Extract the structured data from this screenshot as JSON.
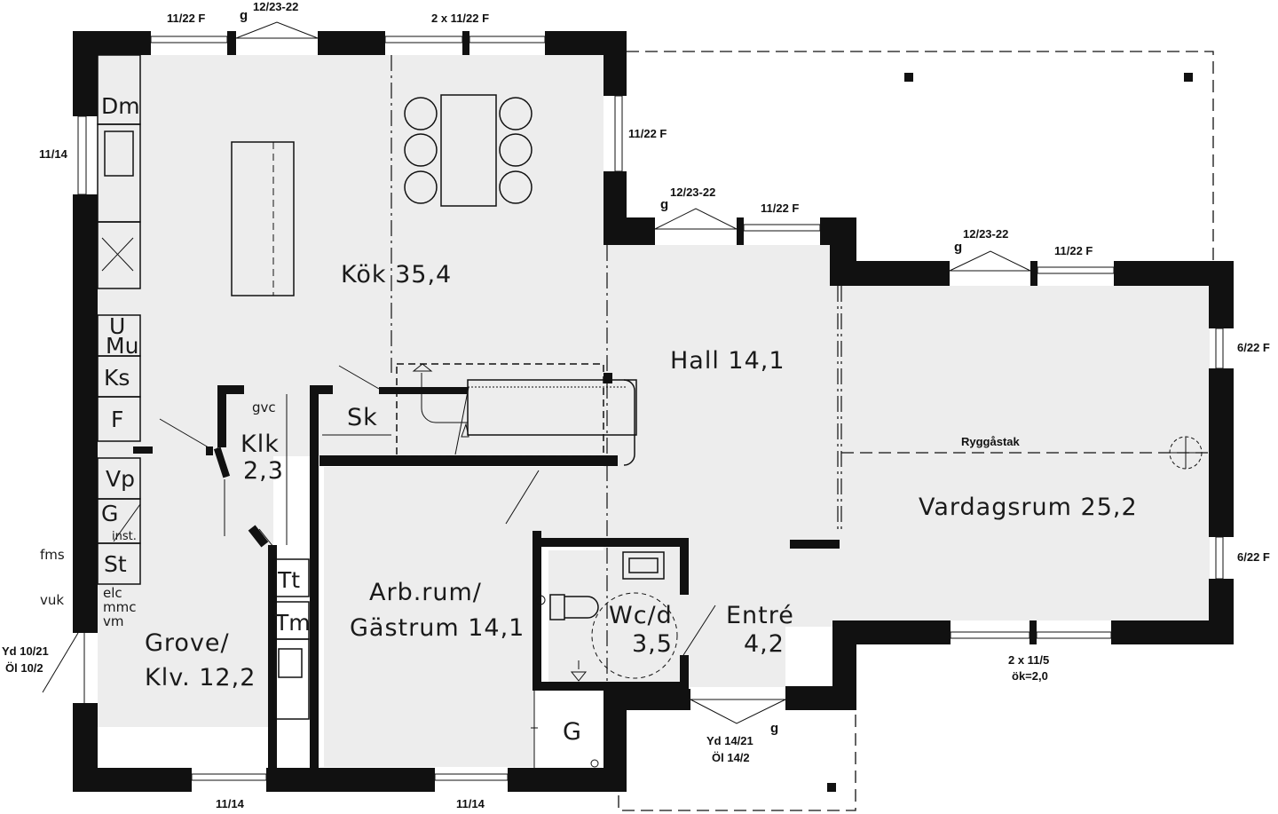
{
  "rooms": {
    "kok": "Kök 35,4",
    "hall": "Hall 14,1",
    "vardagsrum": "Vardagsrum 25,2",
    "arbrum_1": "Arb.rum/",
    "arbrum_2": "Gästrum 14,1",
    "grove_1": "Grove/",
    "grove_2": "Klv. 12,2",
    "klk_1": "Klk",
    "klk_2": "2,3",
    "wc_1": "Wc/d",
    "wc_2": "3,5",
    "entre_1": "Entré",
    "entre_2": "4,2",
    "sk": "Sk",
    "g_closet": "G"
  },
  "appliances": {
    "dm": "Dm",
    "u": "U",
    "mu": "Mu",
    "ks": "Ks",
    "f": "F",
    "vp": "Vp",
    "g": "G",
    "inst": "inst.",
    "st": "St",
    "tt": "Tt",
    "tm": "Tm",
    "elc": "elc",
    "mmc": "mmc",
    "vm": "vm",
    "gvc": "gvc"
  },
  "window_labels": {
    "top_left": "11/22 F",
    "top_g": "g",
    "top_door": "12/23-22",
    "top_mid": "2 x 11/22 F",
    "left_window": "11/14",
    "kitchen_right": "11/22 F",
    "hall_g": "g",
    "hall_door": "12/23-22",
    "hall_window": "11/22 F",
    "living_g": "g",
    "living_door": "12/23-22",
    "living_window": "11/22 F",
    "right_top": "6/22 F",
    "right_bottom": "6/22 F",
    "bottom_living_1": "2 x 11/5",
    "bottom_living_2": "ök=2,0",
    "entry_door_1": "Yd 14/21",
    "entry_door_2": "Öl 14/2",
    "entry_g": "g",
    "bottom_left_window": "11/14",
    "bottom_mid_window": "11/14",
    "side_door_1": "Yd 10/21",
    "side_door_2": "Öl 10/2",
    "fms": "fms",
    "vuk": "vuk"
  },
  "annotations": {
    "ridge": "Ryggåstak"
  }
}
